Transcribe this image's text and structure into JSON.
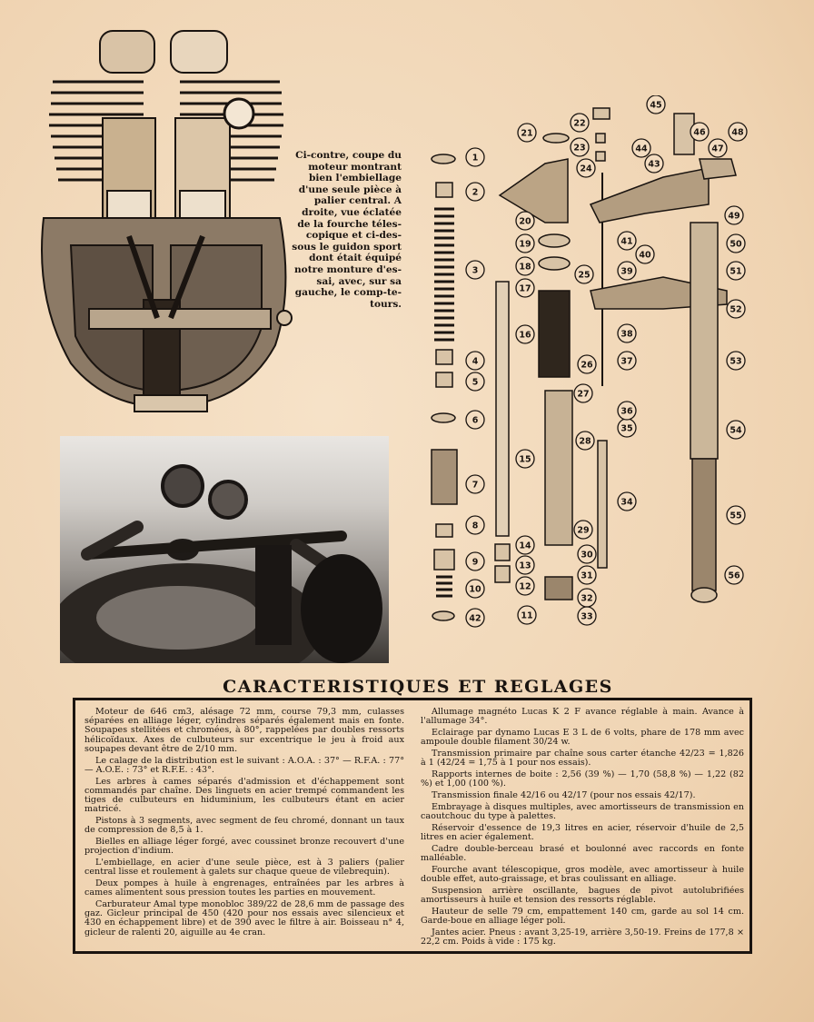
{
  "caption": {
    "line1": "Ci-contre, coupe du",
    "line2": "moteur montrant",
    "line3": "bien l'embiellage",
    "line4": "d'une seule pièce à",
    "line5": "palier central. A",
    "line6": "droite, vue éclatée",
    "line7": "de la fourche téles-",
    "line8": "copique et ci-des-",
    "line9": "sous le guidon sport",
    "line10": "dont était équipé",
    "line11": "notre monture d'es-",
    "line12": "sai, avec, sur sa",
    "line13": "gauche, le comp-te-",
    "line14": "tours."
  },
  "title": "CARACTERISTIQUES ET REGLAGES",
  "specs": {
    "left": [
      "Moteur de 646 cm3, alésage 72 mm, course 79,3 mm, culasses séparées en alliage léger, cylindres séparés également mais en fonte. Soupapes stellitées et chromées, à 80°, rappelées par doubles ressorts hélicoïdaux. Axes de culbuteurs sur excentrique le jeu à froid aux soupapes devant être de 2/10 mm.",
      "Le calage de la distribution est le suivant : A.O.A. : 37° — R.F.A. : 77° — A.O.E. : 73° et R.F.E. : 43°.",
      "Les arbres à cames séparés d'admission et d'échappement sont commandés par chaîne. Des linguets en acier trempé commandent les tiges de culbuteurs en hiduminium, les culbuteurs étant en acier matricé.",
      "Pistons à 3 segments, avec segment de feu chromé, donnant un taux de compression de 8,5 à 1.",
      "Bielles en alliage léger forgé, avec coussinet bronze recouvert d'une projection d'indium.",
      "L'embiellage, en acier d'une seule pièce, est à 3 paliers (palier central lisse et roulement à galets sur chaque queue de vilebrequin).",
      "Deux pompes à huile à engrenages, entraînées par les arbres à cames alimentent sous pression toutes les parties en mouvement.",
      "Carburateur Amal type monobloc 389/22 de 28,6 mm de passage des gaz. Gicleur principal de 450 (420 pour nos essais avec silencieux et 430 en échappement libre) et de 390 avec le filtre à air. Boisseau n° 4, gicleur de ralenti 20, aiguille au 4e cran."
    ],
    "right": [
      "Allumage magnéto Lucas K 2 F avance réglable à main. Avance à l'allumage 34°.",
      "Eclairage par dynamo Lucas E 3 L de 6 volts, phare de 178 mm avec ampoule double filament 30/24 w.",
      "Transmission primaire par chaîne sous carter étanche 42/23 = 1,826 à 1 (42/24 = 1,75 à 1 pour nos essais).",
      "Rapports internes de boite : 2,56 (39 %) — 1,70 (58,8 %) — 1,22 (82 %) et 1,00 (100 %).",
      "Transmission finale 42/16 ou 42/17 (pour nos essais 42/17).",
      "Embrayage à disques multiples, avec amortisseurs de transmission en caoutchouc du type à palettes.",
      "Réservoir d'essence de 19,3 litres en acier, réservoir d'huile de 2,5 litres en acier également.",
      "Cadre double-berceau brasé et boulonné avec raccords en fonte malléable.",
      "Fourche avant télescopique, gros modèle, avec amortisseur à huile double effet, auto-graissage, et bras coulissant en alliage.",
      "Suspension arrière oscillante, bagues de pivot autolubrifiées amortisseurs à huile et tension des ressorts réglable.",
      "Hauteur de selle 79 cm, empattement 140 cm, garde au sol 14 cm. Garde-boue en alliage léger poli.",
      "Jantes acier. Pneus : avant 3,25-19, arrière 3,50-19. Freins de 177,8 × 22,2 cm. Poids à vide : 175 kg."
    ]
  },
  "callouts": [
    "1",
    "2",
    "3",
    "4",
    "5",
    "6",
    "7",
    "8",
    "9",
    "10",
    "11",
    "12",
    "13",
    "14",
    "15",
    "16",
    "17",
    "18",
    "19",
    "20",
    "21",
    "22",
    "23",
    "24",
    "25",
    "26",
    "27",
    "28",
    "29",
    "30",
    "31",
    "32",
    "33",
    "34",
    "35",
    "36",
    "37",
    "38",
    "39",
    "40",
    "41",
    "42",
    "43",
    "44",
    "45",
    "46",
    "47",
    "48",
    "49",
    "50",
    "51",
    "52",
    "53",
    "54",
    "55",
    "56"
  ]
}
